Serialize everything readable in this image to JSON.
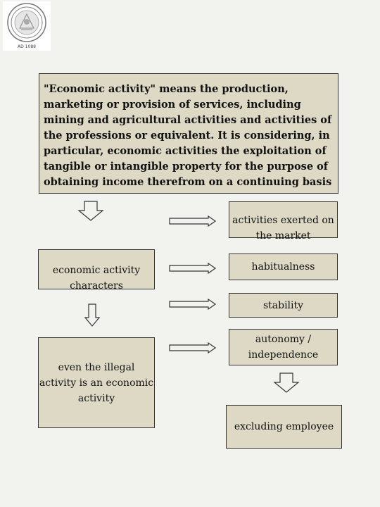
{
  "seal": {
    "icon": "university-seal-icon",
    "caption": "AD 1088"
  },
  "definition": "\"Economic activity\" means the production, marketing or provision of services, including mining and agricultural activities and activities of the professions or equivalent. It is considering, in particular, economic activities the exploitation of tangible or intangible property for the purpose of obtaining income therefrom on a continuing basis",
  "left": {
    "characters": "economic activity characters",
    "illegal": "even the illegal activity is an economic activity"
  },
  "right": {
    "market": "activities exerted on the market",
    "habitualness": "habitualness",
    "stability": "stability",
    "autonomy": "autonomy / independence",
    "excluding": "excluding employee"
  },
  "colors": {
    "box_fill": "#ddd9c4",
    "background": "#f2f2ee",
    "border": "#333333"
  }
}
